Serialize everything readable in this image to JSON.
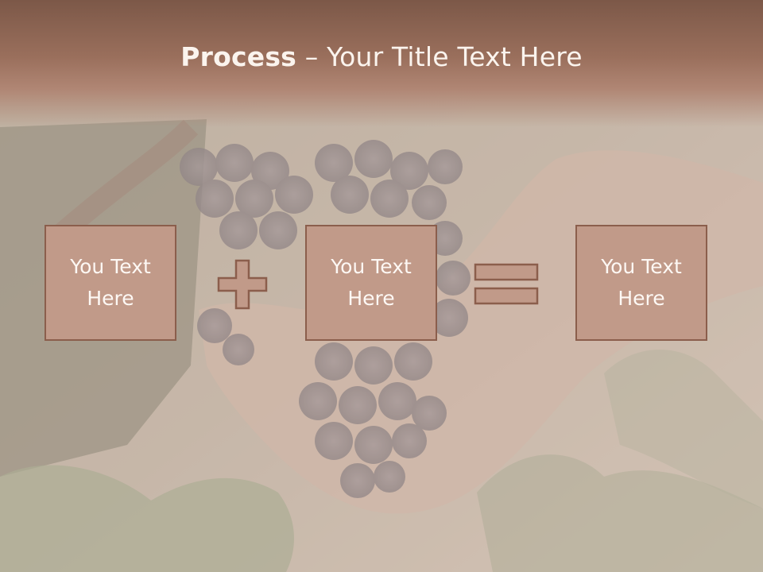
{
  "slide": {
    "title_bold": "Process",
    "title_rest": " – Your Title Text Here",
    "background_image": "grape-harvest-photo",
    "colors": {
      "title_band": "#8a6252",
      "box_fill": "#c19a89",
      "box_border": "#8b5e4c",
      "text": "#fdf8f4",
      "operator_fill": "#c19a89",
      "operator_border": "#8b5e4c"
    }
  },
  "process": {
    "boxes": [
      {
        "line1": "You Text",
        "line2": "Here"
      },
      {
        "line1": "You Text",
        "line2": "Here"
      },
      {
        "line1": "You Text",
        "line2": "Here"
      }
    ],
    "operators": [
      "plus-icon",
      "equals-icon"
    ]
  }
}
